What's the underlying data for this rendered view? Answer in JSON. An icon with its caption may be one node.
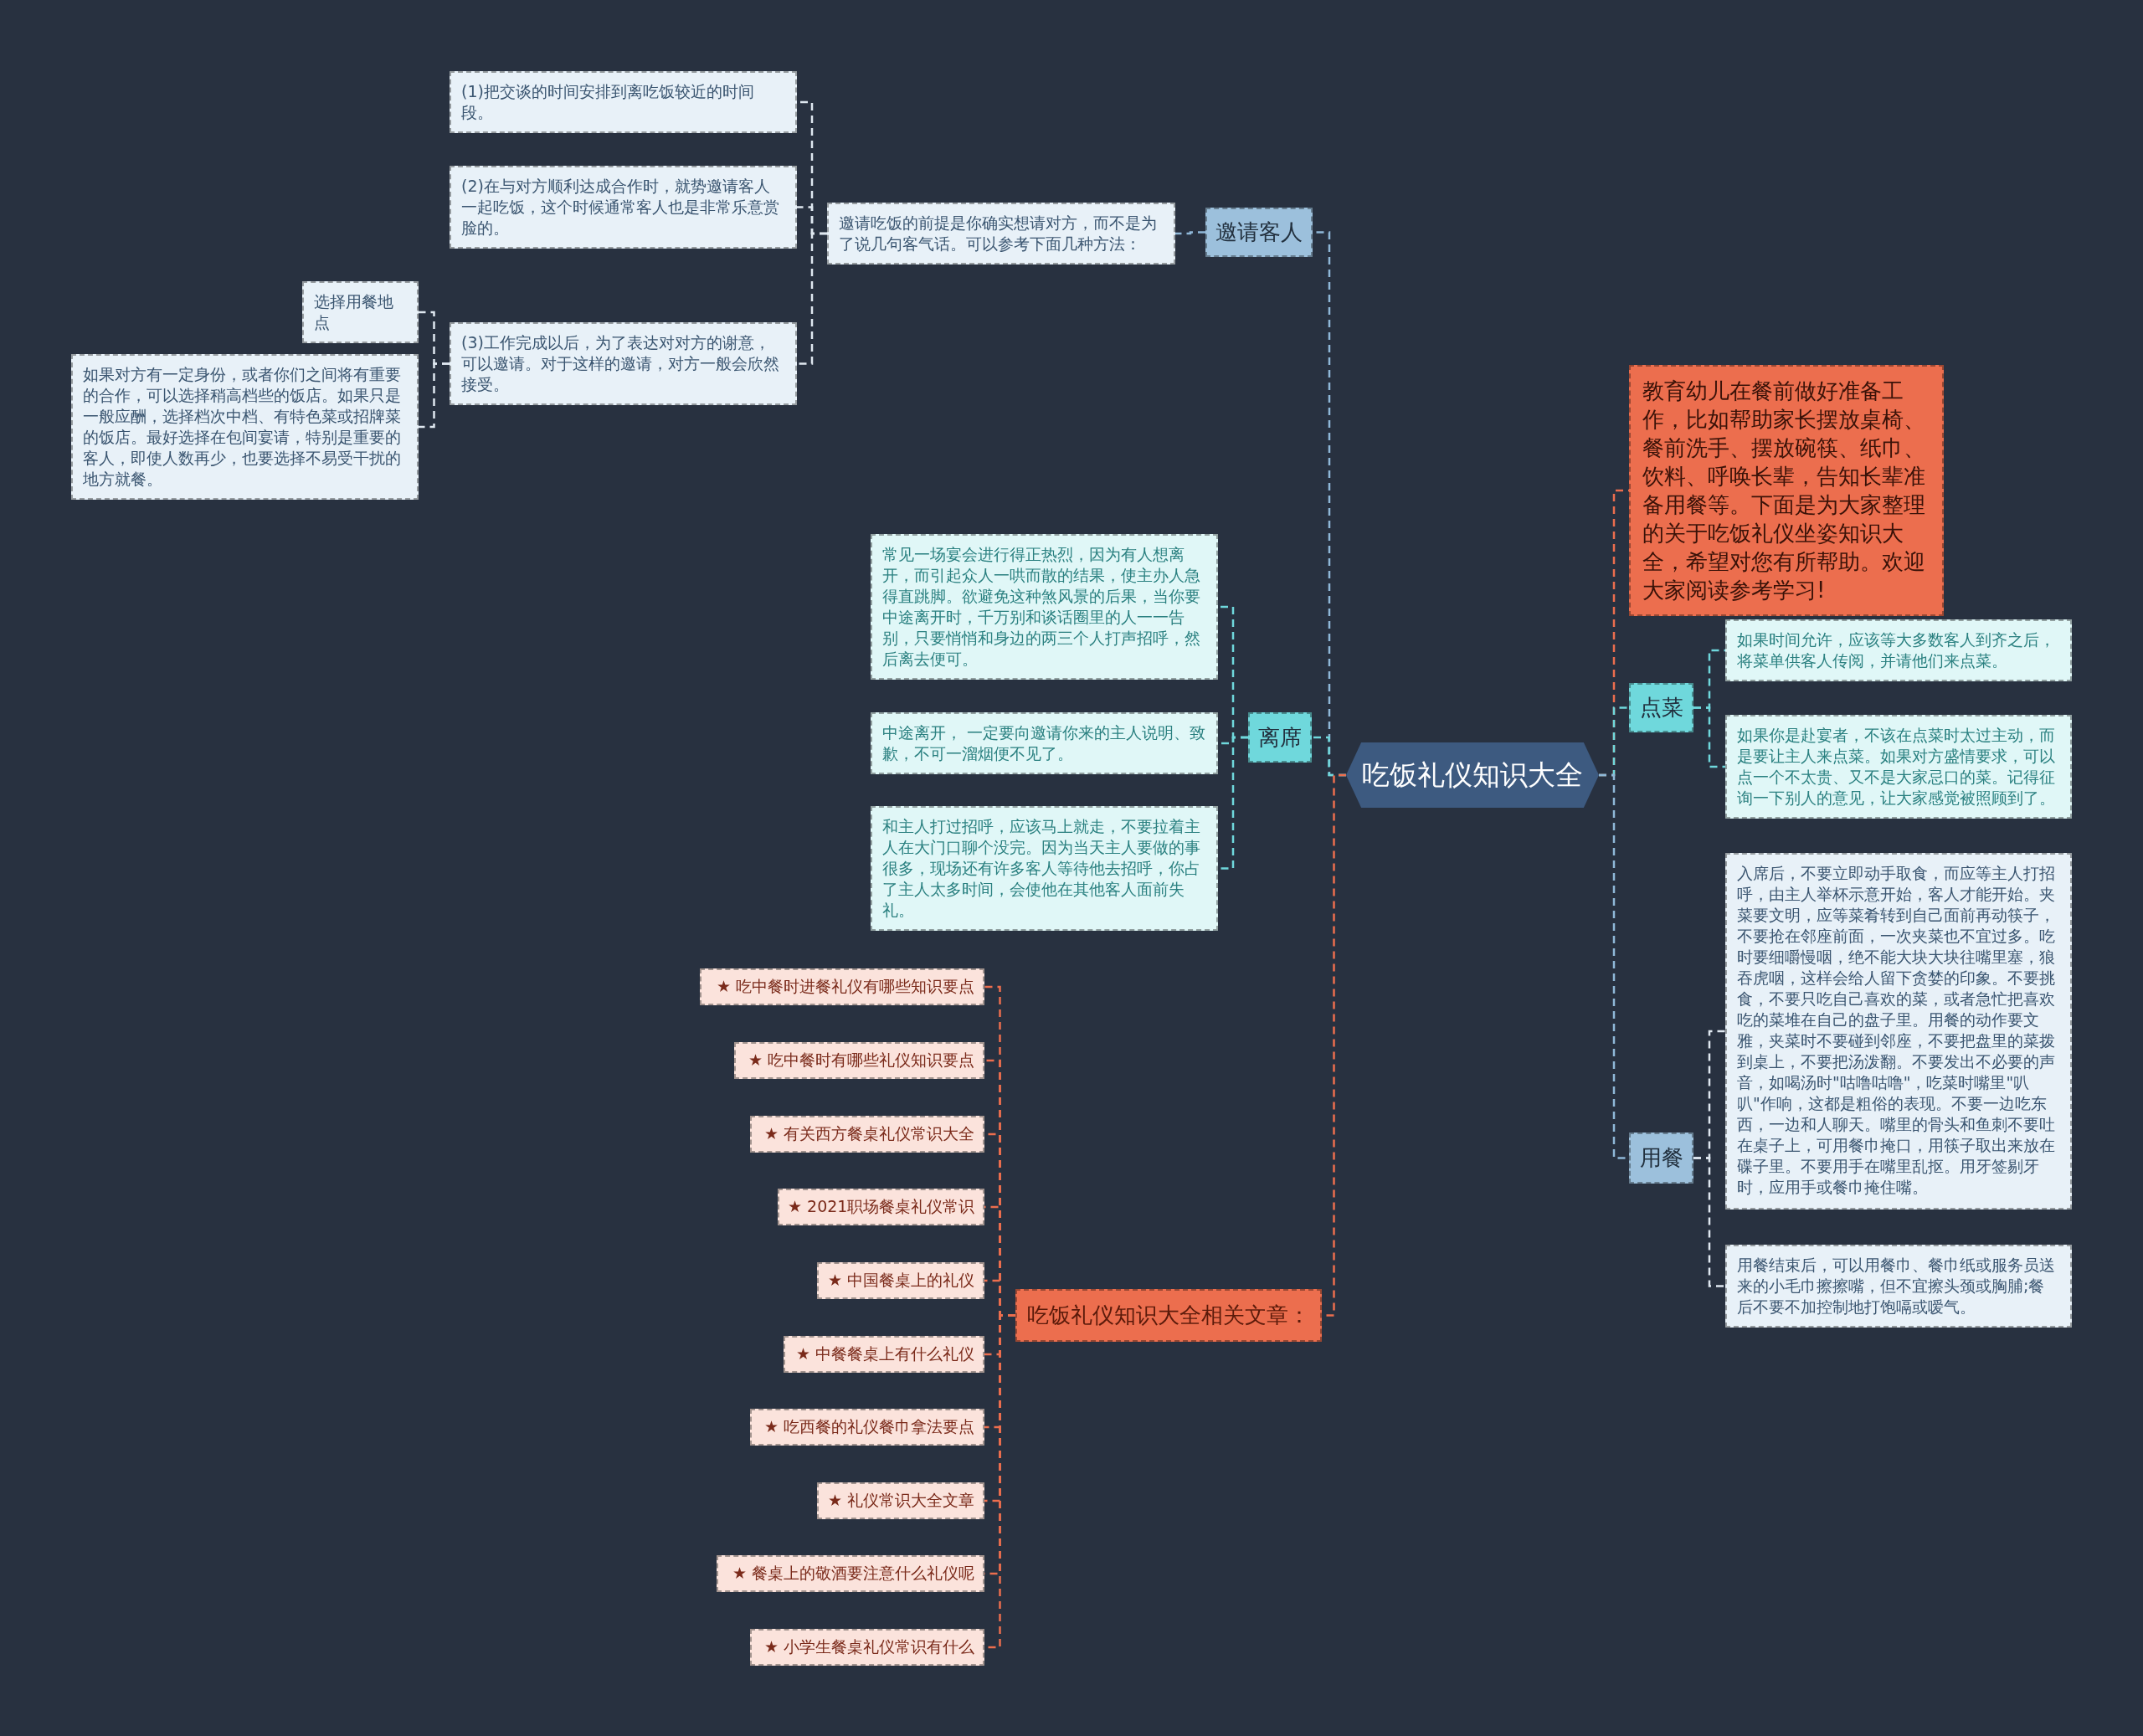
{
  "diagram": {
    "nodes": [
      {
        "text": [
          "吃饭礼仪知识大全"
        ]
      },
      {
        "text": [
          "邀请客人"
        ]
      },
      {
        "text": [
          "邀请吃饭的前提是你确实想请对方，而不是为了说几句客气话。可以参考下面几种方法："
        ]
      },
      {
        "text": [
          "(1)把交谈的时间安排到离吃饭较近的时间段。"
        ]
      },
      {
        "text": [
          "(2)在与对方顺利达成合作时，就势邀请客人一起吃饭，这个时候通常客人也是非常乐意赏脸的。"
        ]
      },
      {
        "text": [
          "(3)工作完成以后，为了表达对对方的谢意，可以邀请。对于这样的邀请，对方一般会欣然接受。"
        ]
      },
      {
        "text": [
          "选择用餐地点"
        ]
      },
      {
        "text": [
          "如果对方有一定身份，或者你们之间将有重要的合作，可以选择稍高档些的饭店。如果只是一般应酬，选择档次中档、有特色菜或招牌菜的饭店。最好选择在包间宴请，特别是重要的客人，即使人数再少，也要选择不易受干扰的地方就餐。"
        ]
      },
      {
        "text": [
          "离席"
        ]
      },
      {
        "text": [
          "常见一场宴会进行得正热烈，因为有人想离开，而引起众人一哄而散的结果，使主办人急得直跳脚。欲避免这种煞风景的后果，当你要中途离开时，千万别和谈话圈里的人一一告别，只要悄悄和身边的两三个人打声招呼，然后离去便可。"
        ]
      },
      {
        "text": [
          "中途离开， 一定要向邀请你来的主人说明、致歉，不可一溜烟便不见了。"
        ]
      },
      {
        "text": [
          "和主人打过招呼，应该马上就走，不要拉着主人在大门口聊个没完。因为当天主人要做的事很多，现场还有许多客人等待他去招呼，你占了主人太多时间，会使他在其他客人面前失礼。"
        ]
      },
      {
        "text": [
          "吃饭礼仪知识大全相关文章："
        ]
      },
      {
        "text": [
          "★ 吃中餐时进餐礼仪有哪些知识要点"
        ]
      },
      {
        "text": [
          "★ 吃中餐时有哪些礼仪知识要点"
        ]
      },
      {
        "text": [
          "★ 有关西方餐桌礼仪常识大全"
        ]
      },
      {
        "text": [
          "★ 2021职场餐桌礼仪常识"
        ]
      },
      {
        "text": [
          "★ 中国餐桌上的礼仪"
        ]
      },
      {
        "text": [
          "★ 中餐餐桌上有什么礼仪"
        ]
      },
      {
        "text": [
          "★ 吃西餐的礼仪餐巾拿法要点"
        ]
      },
      {
        "text": [
          "★ 礼仪常识大全文章"
        ]
      },
      {
        "text": [
          "★ 餐桌上的敬酒要注意什么礼仪呢"
        ]
      },
      {
        "text": [
          "★ 小学生餐桌礼仪常识有什么"
        ]
      },
      {
        "text": [
          "教育幼儿在餐前做好准备工作，比如帮助家长摆放桌椅、餐前洗手、摆放碗筷、纸巾、饮料、呼唤长辈，告知长辈准备用餐等。下面是为大家整理的关于吃饭礼仪坐姿知识大全，希望对您有所帮助。欢迎大家阅读参考学习!"
        ]
      },
      {
        "text": [
          "点菜"
        ]
      },
      {
        "text": [
          "如果时间允许，应该等大多数客人到齐之后，将菜单供客人传阅，并请他们来点菜。"
        ]
      },
      {
        "text": [
          "如果你是赴宴者，不该在点菜时太过主动，而是要让主人来点菜。如果对方盛情要求，可以点一个不太贵、又不是大家忌口的菜。记得征询一下别人的意见，让大家感觉被照顾到了。"
        ]
      },
      {
        "text": [
          "用餐"
        ]
      },
      {
        "text": [
          "入席后，不要立即动手取食，而应等主人打招呼，由主人举杯示意开始，客人才能开始。夹菜要文明，应等菜肴转到自己面前再动筷子，不要抢在邻座前面，一次夹菜也不宜过多。吃时要细嚼慢咽，绝不能大块大块往嘴里塞，狼吞虎咽，这样会给人留下贪婪的印象。不要挑食，不要只吃自己喜欢的菜，或者急忙把喜欢吃的菜堆在自己的盘子里。用餐的动作要文雅，夹菜时不要碰到邻座，不要把盘里的菜拨到桌上，不要把汤泼翻。不要发出不必要的声音，如喝汤时\"咕噜咕噜\"，吃菜时嘴里\"叭叭\"作响，这都是粗俗的表现。不要一边吃东西，一边和人聊天。嘴里的骨头和鱼刺不要吐在桌子上，可用餐巾掩口，用筷子取出来放在碟子里。不要用手在嘴里乱抠。用牙签剔牙时，应用手或餐巾掩住嘴。"
        ]
      },
      {
        "text": [
          "用餐结束后，可以用餐巾、餐巾纸或服务员送来的小毛巾擦擦嘴，但不宜擦头颈或胸脯;餐后不要不加控制地打饱嗝或嗳气。"
        ]
      }
    ],
    "edges": [
      {
        "from": 0,
        "to": 1,
        "arrow": "none",
        "style": "dashed",
        "color": "#8fb8d8"
      },
      {
        "from": 1,
        "to": 2,
        "arrow": "none",
        "style": "dashed",
        "color": "#8fb8d8"
      },
      {
        "from": 2,
        "to": 3,
        "arrow": "none",
        "style": "dashed",
        "color": "#dfe8f0"
      },
      {
        "from": 2,
        "to": 4,
        "arrow": "none",
        "style": "dashed",
        "color": "#dfe8f0"
      },
      {
        "from": 2,
        "to": 5,
        "arrow": "none",
        "style": "dashed",
        "color": "#dfe8f0"
      },
      {
        "from": 5,
        "to": 6,
        "arrow": "none",
        "style": "dashed",
        "color": "#dfe8f0"
      },
      {
        "from": 5,
        "to": 7,
        "arrow": "none",
        "style": "dashed",
        "color": "#dfe8f0"
      },
      {
        "from": 0,
        "to": 8,
        "arrow": "none",
        "style": "dashed",
        "color": "#6fd8dc"
      },
      {
        "from": 8,
        "to": 9,
        "arrow": "none",
        "style": "dashed",
        "color": "#6fd8dc"
      },
      {
        "from": 8,
        "to": 10,
        "arrow": "none",
        "style": "dashed",
        "color": "#6fd8dc"
      },
      {
        "from": 8,
        "to": 11,
        "arrow": "none",
        "style": "dashed",
        "color": "#6fd8dc"
      },
      {
        "from": 0,
        "to": 12,
        "arrow": "none",
        "style": "dashed",
        "color": "#ec6e4e"
      },
      {
        "from": 12,
        "to": 13,
        "arrow": "none",
        "style": "dashed",
        "color": "#ec6e4e"
      },
      {
        "from": 12,
        "to": 14,
        "arrow": "none",
        "style": "dashed",
        "color": "#ec6e4e"
      },
      {
        "from": 12,
        "to": 15,
        "arrow": "none",
        "style": "dashed",
        "color": "#ec6e4e"
      },
      {
        "from": 12,
        "to": 16,
        "arrow": "none",
        "style": "dashed",
        "color": "#ec6e4e"
      },
      {
        "from": 12,
        "to": 17,
        "arrow": "none",
        "style": "dashed",
        "color": "#ec6e4e"
      },
      {
        "from": 12,
        "to": 18,
        "arrow": "none",
        "style": "dashed",
        "color": "#ec6e4e"
      },
      {
        "from": 12,
        "to": 19,
        "arrow": "none",
        "style": "dashed",
        "color": "#ec6e4e"
      },
      {
        "from": 12,
        "to": 20,
        "arrow": "none",
        "style": "dashed",
        "color": "#ec6e4e"
      },
      {
        "from": 12,
        "to": 21,
        "arrow": "none",
        "style": "dashed",
        "color": "#ec6e4e"
      },
      {
        "from": 12,
        "to": 22,
        "arrow": "none",
        "style": "dashed",
        "color": "#ec6e4e"
      },
      {
        "from": 0,
        "to": 23,
        "arrow": "none",
        "style": "dashed",
        "color": "#ec6e4e"
      },
      {
        "from": 0,
        "to": 24,
        "arrow": "none",
        "style": "dashed",
        "color": "#6fd8dc"
      },
      {
        "from": 24,
        "to": 25,
        "arrow": "none",
        "style": "dashed",
        "color": "#6fd8dc"
      },
      {
        "from": 24,
        "to": 26,
        "arrow": "none",
        "style": "dashed",
        "color": "#6fd8dc"
      },
      {
        "from": 0,
        "to": 27,
        "arrow": "none",
        "style": "dashed",
        "color": "#8fb8d8"
      },
      {
        "from": 27,
        "to": 28,
        "arrow": "none",
        "style": "dashed",
        "color": "#dfe8f0"
      },
      {
        "from": 27,
        "to": 29,
        "arrow": "none",
        "style": "dashed",
        "color": "#dfe8f0"
      }
    ]
  }
}
